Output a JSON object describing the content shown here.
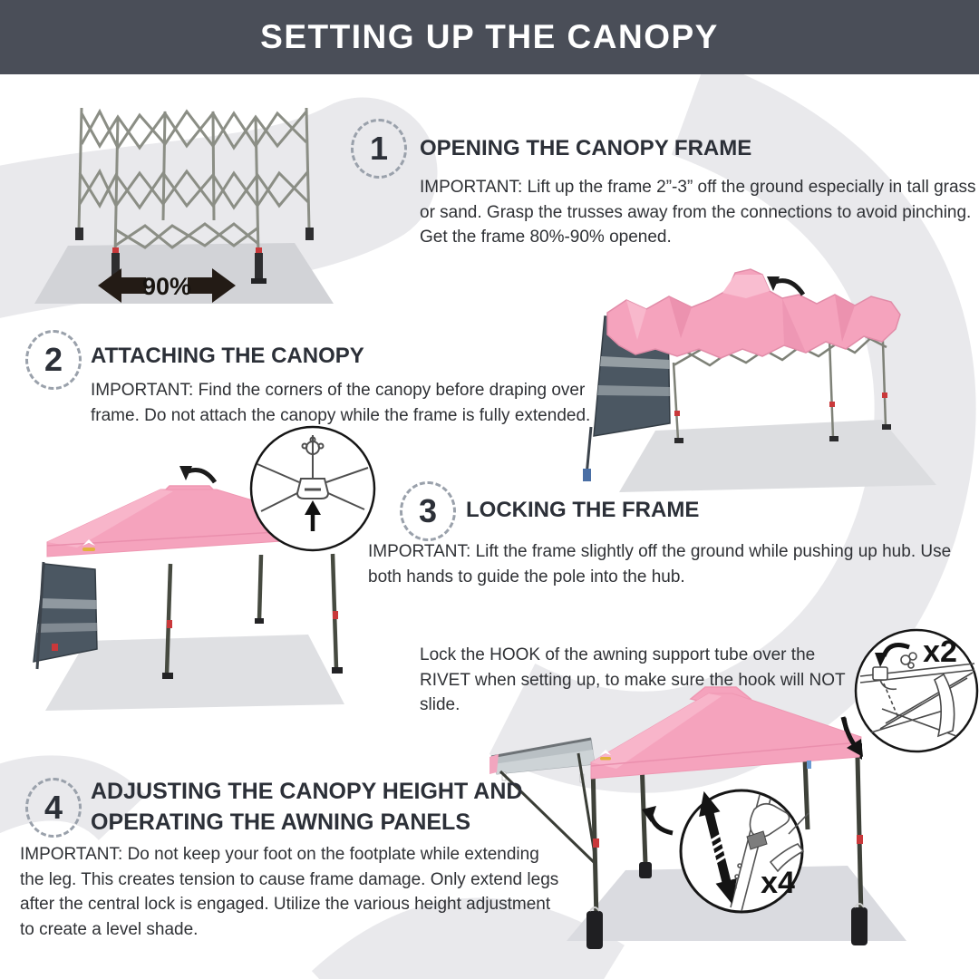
{
  "page": {
    "title": "SETTING UP THE CANOPY"
  },
  "steps": [
    {
      "num": "1",
      "title": "OPENING THE CANOPY FRAME",
      "body": "IMPORTANT: Lift up the frame 2”-3” off the ground especially in tall grass or sand. Grasp the trusses away from the connections to avoid pinching. Get the frame 80%-90% opened."
    },
    {
      "num": "2",
      "title": "ATTACHING THE CANOPY",
      "body": "IMPORTANT: Find the corners of the canopy before draping over frame. Do not attach the canopy while the frame is fully extended."
    },
    {
      "num": "3",
      "title": "LOCKING THE FRAME",
      "body": "IMPORTANT: Lift the frame slightly off the ground while pushing up hub. Use both hands to guide the pole into the hub."
    },
    {
      "num": "4",
      "title": "ADJUSTING THE CANOPY HEIGHT AND OPERATING THE AWNING PANELS",
      "body": "IMPORTANT: Do not keep your foot on the footplate while extending the leg. This creates tension to cause frame damage. Only extend legs after the central lock is engaged. Utilize the various height adjustment to create a level shade."
    }
  ],
  "notes": {
    "hook": "Lock the HOOK of the awning support tube over the RIVET when setting up, to make sure the hook will NOT slide."
  },
  "labels": {
    "open_percent": "90%",
    "times_two": "x2",
    "times_four": "x4"
  },
  "icons": {
    "expand_left": "arrow-left-icon",
    "expand_right": "arrow-right-icon",
    "drape_hint": "curved-arrow-icon",
    "push_up_hub": "arrow-up-icon",
    "height_adjust": "double-arrow-icon"
  },
  "colors": {
    "header_bg": "#4a4e58",
    "canopy_pink": "#f5a3bd",
    "canopy_pink_light": "#f9bdd0",
    "canopy_pink_shade": "#ea8fad",
    "panel_dark": "#4b5762",
    "frame_gray": "#8b8e85",
    "accent_red": "#c9383a",
    "swirl_gray": "#e9e9ec",
    "text_dark": "#2c3038",
    "arrow_black": "#1c1c1c"
  }
}
